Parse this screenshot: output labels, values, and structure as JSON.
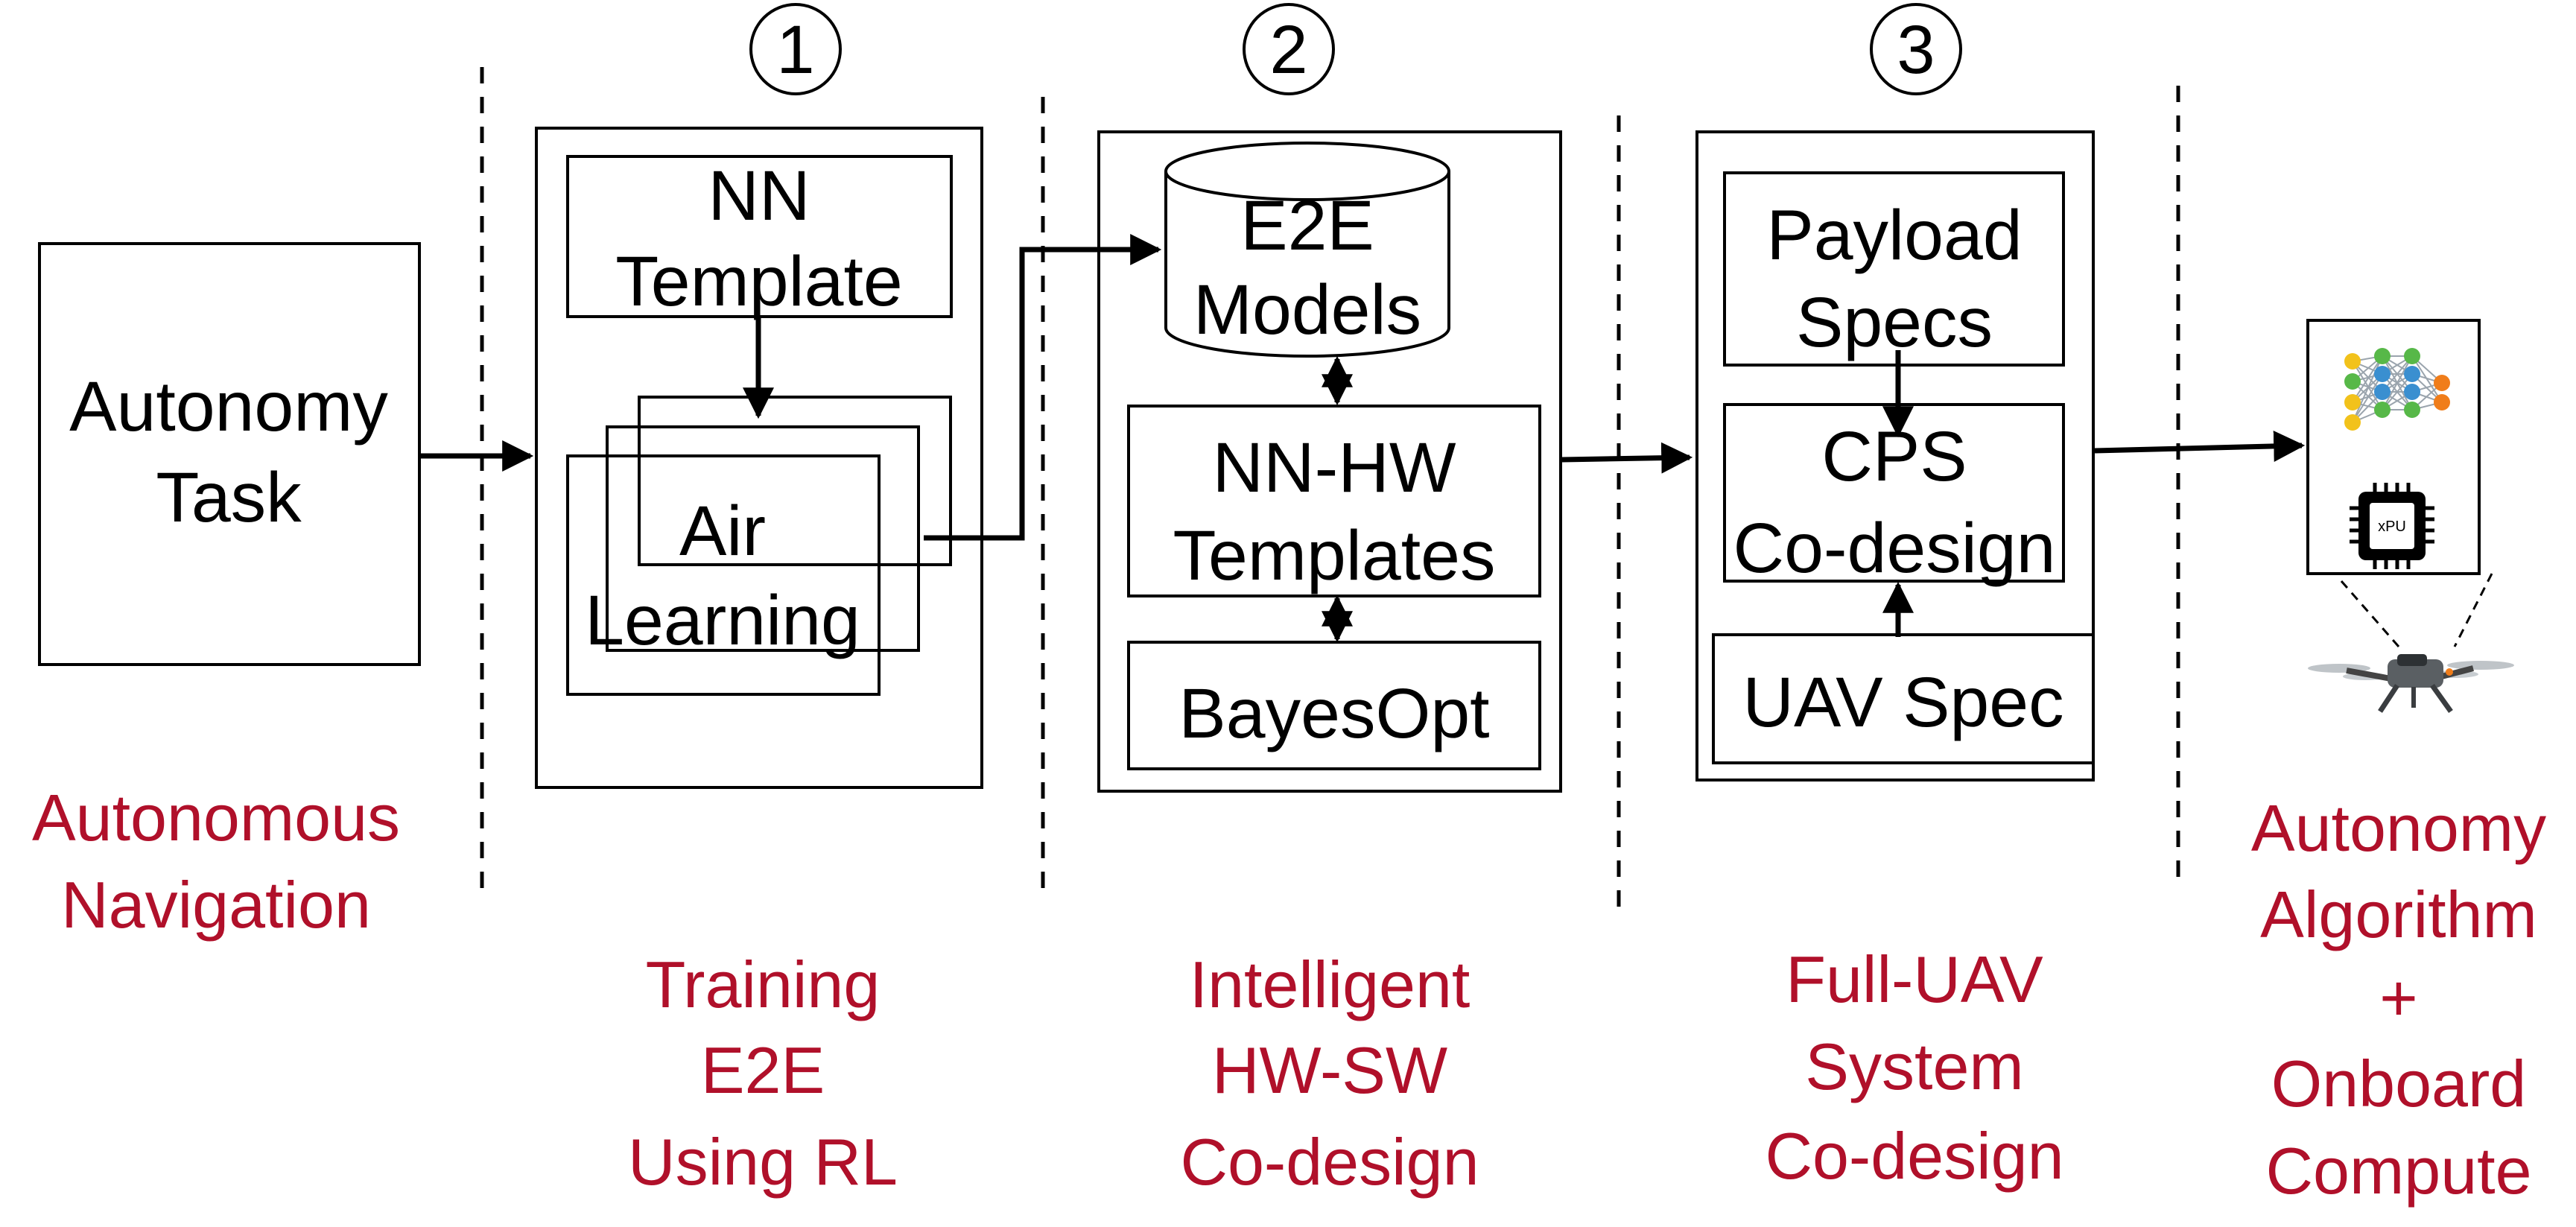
{
  "steps": [
    "1",
    "2",
    "3"
  ],
  "left": {
    "task_box": [
      "Autonomy",
      "Task"
    ],
    "label": [
      "Autonomous",
      "Navigation"
    ]
  },
  "stage1": {
    "nn_template": [
      "NN",
      "Template"
    ],
    "air_learning": [
      "Air",
      "Learning"
    ],
    "label": [
      "Training",
      "E2E",
      "Using RL"
    ]
  },
  "stage2": {
    "e2e_models": [
      "E2E",
      "Models"
    ],
    "nn_hw": [
      "NN-HW",
      "Templates"
    ],
    "bayesopt": "BayesOpt",
    "label": [
      "Intelligent",
      "HW-SW",
      "Co-design"
    ]
  },
  "stage3": {
    "payload": [
      "Payload",
      "Specs"
    ],
    "cps": [
      "CPS",
      "Co-design"
    ],
    "uav_spec": "UAV Spec",
    "label": [
      "Full-UAV",
      "System",
      "Co-design"
    ]
  },
  "output": {
    "chip_label": "xPU",
    "label": [
      "Autonomy",
      "Algorithm",
      "+",
      "Onboard",
      "Compute"
    ]
  },
  "colors": {
    "label_red": "#b0102a",
    "nn_yellow": "#f2c21b",
    "nn_green": "#57b848",
    "nn_blue": "#3a8fd0",
    "nn_orange": "#f07d1a"
  }
}
